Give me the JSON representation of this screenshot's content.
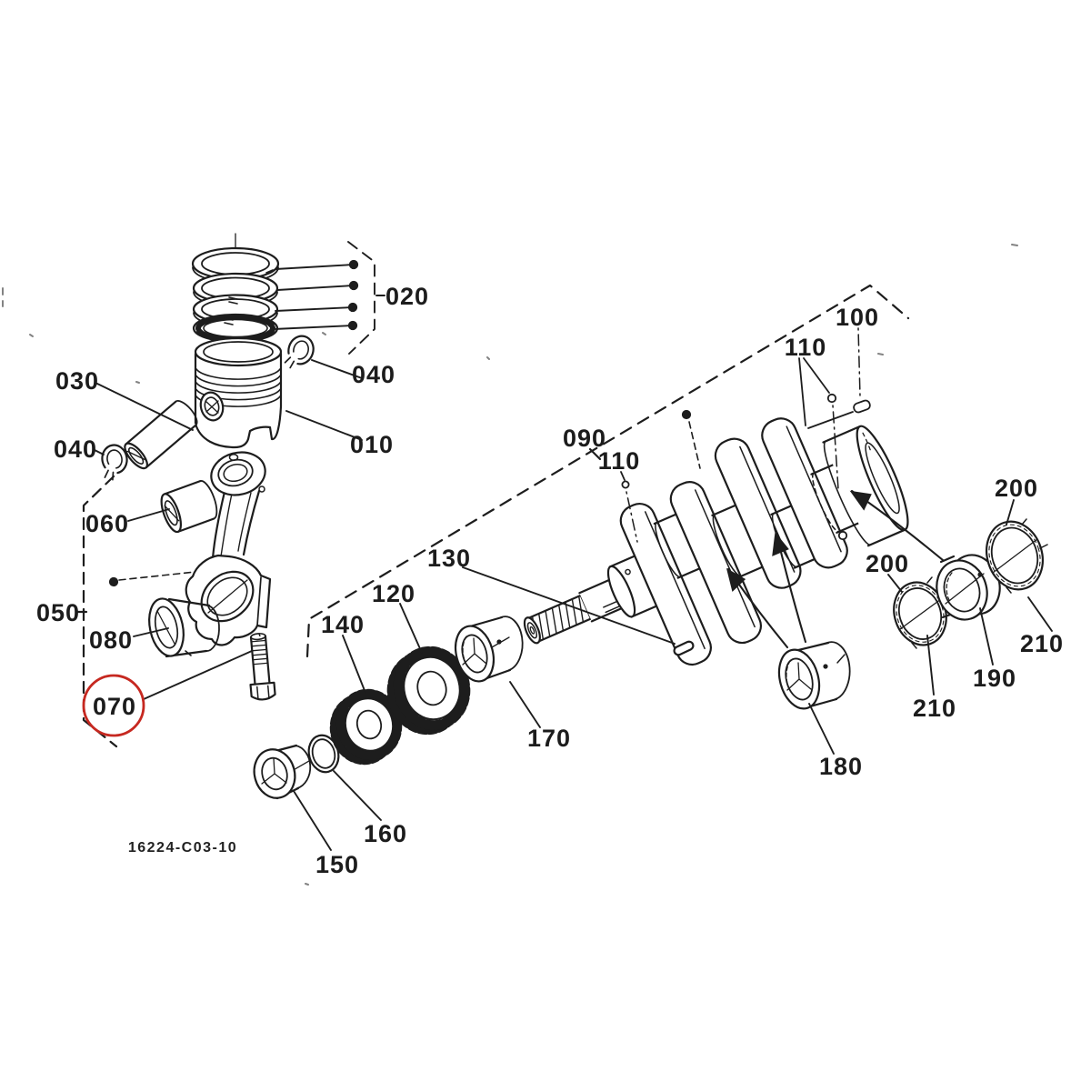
{
  "diagram": {
    "code": "16224-C03-10",
    "colors": {
      "background": "#ffffff",
      "line": "#1d1d1d",
      "highlight": "#c62820"
    },
    "highlighted_ref": "070",
    "callouts": {
      "c010": {
        "ref": "010",
        "part": "piston"
      },
      "c020": {
        "ref": "020",
        "part": "piston-ring-set"
      },
      "c030": {
        "ref": "030",
        "part": "piston-pin"
      },
      "c040a": {
        "ref": "040",
        "part": "piston-pin-circlip"
      },
      "c040b": {
        "ref": "040",
        "part": "piston-pin-circlip"
      },
      "c050": {
        "ref": "050",
        "part": "connecting-rod-assembly"
      },
      "c060": {
        "ref": "060",
        "part": "small-end-bushing"
      },
      "c070": {
        "ref": "070",
        "part": "connecting-rod-bolt",
        "highlighted": true
      },
      "c080": {
        "ref": "080",
        "part": "crankpin-bearing-shell"
      },
      "c090": {
        "ref": "090",
        "part": "crankshaft-assembly"
      },
      "c100": {
        "ref": "100",
        "part": "pin"
      },
      "c110a": {
        "ref": "110",
        "part": "pin"
      },
      "c110b": {
        "ref": "110",
        "part": "pin"
      },
      "c120": {
        "ref": "120",
        "part": "crankshaft-gear"
      },
      "c130": {
        "ref": "130",
        "part": "key"
      },
      "c140": {
        "ref": "140",
        "part": "gear"
      },
      "c150": {
        "ref": "150",
        "part": "collar"
      },
      "c160": {
        "ref": "160",
        "part": "o-ring"
      },
      "c170": {
        "ref": "170",
        "part": "main-bearing-sleeve"
      },
      "c180": {
        "ref": "180",
        "part": "main-bearing-sleeve"
      },
      "c190": {
        "ref": "190",
        "part": "main-bearing"
      },
      "c200a": {
        "ref": "200",
        "part": "side-ring"
      },
      "c200b": {
        "ref": "200",
        "part": "side-ring"
      },
      "c210a": {
        "ref": "210",
        "part": "side-ring"
      },
      "c210b": {
        "ref": "210",
        "part": "side-ring"
      }
    }
  }
}
